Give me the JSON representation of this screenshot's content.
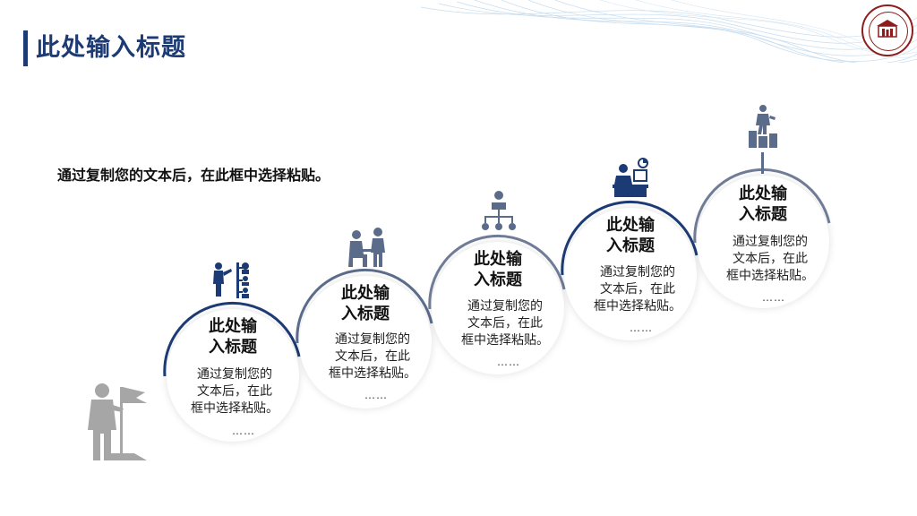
{
  "header": {
    "title": "此处输入标题"
  },
  "intro": "通过复制您的文本后，在此框中选择粘贴。",
  "steps": [
    {
      "heading1": "此处输",
      "heading2": "入标题",
      "line1": "通过复制您的",
      "line2": "文本后，在此",
      "line3": "框中选择粘贴。",
      "ellipsis": "……",
      "icon": "presenter-chart-icon"
    },
    {
      "heading1": "此处输",
      "heading2": "入标题",
      "line1": "通过复制您的",
      "line2": "文本后，在此",
      "line3": "框中选择粘贴。",
      "ellipsis": "……",
      "icon": "meeting-people-icon"
    },
    {
      "heading1": "此处输",
      "heading2": "入标题",
      "line1": "通过复制您的",
      "line2": "文本后，在此",
      "line3": "框中选择粘贴。",
      "ellipsis": "……",
      "icon": "org-hierarchy-icon"
    },
    {
      "heading1": "此处输",
      "heading2": "入标题",
      "line1": "通过复制您的",
      "line2": "文本后，在此",
      "line3": "框中选择粘贴。",
      "ellipsis": "……",
      "icon": "desk-worker-icon"
    },
    {
      "heading1": "此处输",
      "heading2": "入标题",
      "line1": "通过复制您的",
      "line2": "文本后，在此",
      "line3": "框中选择粘贴。",
      "ellipsis": "……",
      "icon": "climbing-steps-icon"
    }
  ],
  "decor": {
    "flag_figure": "flag-person-icon",
    "logo": "university-seal-icon"
  },
  "colors": {
    "title": "#1c3a73",
    "arc": "#1c3a73",
    "icon": "#1c3a73",
    "figure": "#a6a6a6"
  }
}
